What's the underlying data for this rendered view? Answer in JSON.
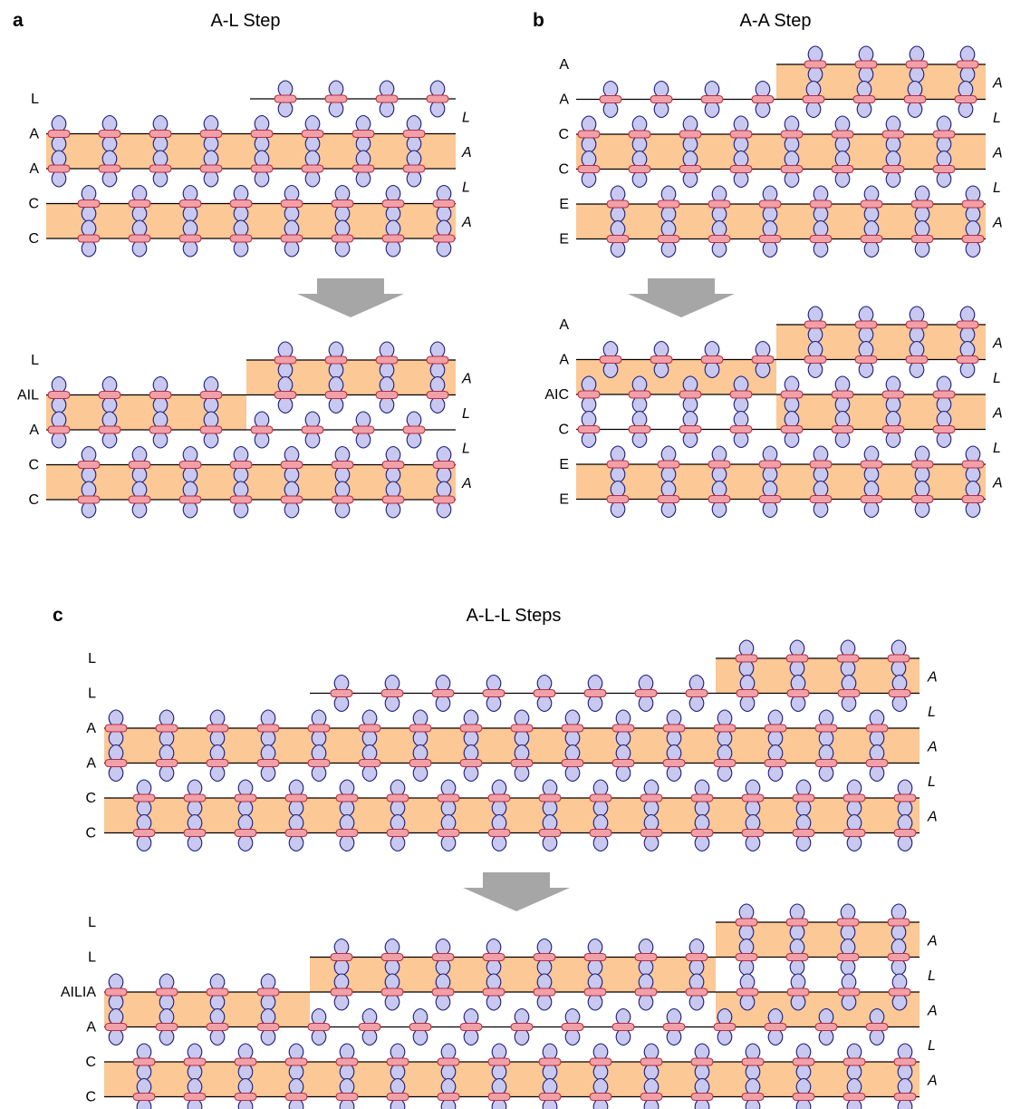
{
  "colors": {
    "band": "#fbc896",
    "line": "#000000",
    "lobe_fill": "#c8c8f0",
    "lobe_stroke": "#1e1e78",
    "bond_fill": "#f2a0a8",
    "bond_stroke": "#b42d41",
    "arrow": "#a6a6a6"
  },
  "panels": [
    {
      "id": "a",
      "letter": "a",
      "title": "A-L Step",
      "before": {
        "left_labels": [
          "L",
          "A",
          "A",
          "C",
          "C"
        ],
        "right_labels": [
          "L",
          "A",
          "L",
          "A"
        ]
      },
      "after": {
        "left_labels": [
          "L",
          "AIL",
          "A",
          "C",
          "C"
        ],
        "right_labels": [
          "A",
          "L",
          "L",
          "A"
        ]
      }
    },
    {
      "id": "b",
      "letter": "b",
      "title": "A-A Step",
      "before": {
        "left_labels": [
          "A",
          "A",
          "C",
          "C",
          "E",
          "E"
        ],
        "right_labels": [
          "A",
          "L",
          "A",
          "L",
          "A"
        ]
      },
      "after": {
        "left_labels": [
          "A",
          "A",
          "AIC",
          "C",
          "E",
          "E"
        ],
        "right_labels": [
          "A",
          "L",
          "A",
          "L",
          "A"
        ]
      }
    },
    {
      "id": "c",
      "letter": "c",
      "title": "A-L-L Steps",
      "before": {
        "left_labels": [
          "L",
          "L",
          "A",
          "A",
          "C",
          "C"
        ],
        "right_labels": [
          "A",
          "L",
          "A",
          "L",
          "A"
        ]
      },
      "after": {
        "left_labels": [
          "L",
          "L",
          "AILIA",
          "A",
          "C",
          "C"
        ],
        "right_labels": [
          "A",
          "L",
          "A",
          "L",
          "A"
        ]
      }
    }
  ]
}
